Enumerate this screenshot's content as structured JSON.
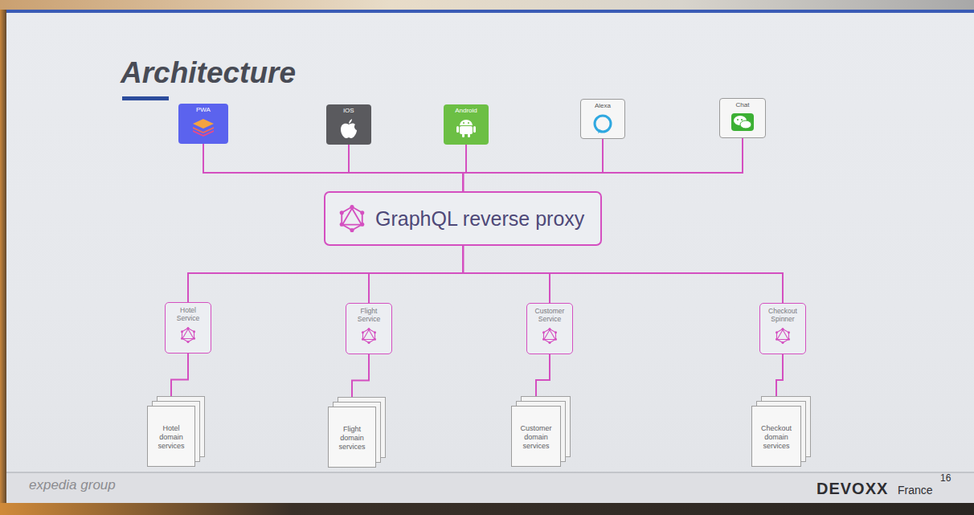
{
  "diagram": {
    "title": "Architecture",
    "nodes": [
      {
        "text": [
          "PWA"
        ]
      },
      {
        "text": [
          "iOS"
        ]
      },
      {
        "text": [
          "Android"
        ]
      },
      {
        "text": [
          "Alexa"
        ]
      },
      {
        "text": [
          "Chat"
        ]
      },
      {
        "text": [
          "GraphQL reverse proxy"
        ]
      },
      {
        "text": [
          "Hotel Service"
        ]
      },
      {
        "text": [
          "Flight Service"
        ]
      },
      {
        "text": [
          "Customer Service"
        ]
      },
      {
        "text": [
          "Checkout Spinner"
        ]
      },
      {
        "text": [
          "Hotel domain services"
        ]
      },
      {
        "text": [
          "Flight domain services"
        ]
      },
      {
        "text": [
          "Customer domain services"
        ]
      },
      {
        "text": [
          "Checkout domain services"
        ]
      }
    ],
    "edges": [
      {
        "from": 0,
        "to": 5,
        "arrow": "none"
      },
      {
        "from": 1,
        "to": 5,
        "arrow": "none"
      },
      {
        "from": 2,
        "to": 5,
        "arrow": "none"
      },
      {
        "from": 3,
        "to": 5,
        "arrow": "none"
      },
      {
        "from": 4,
        "to": 5,
        "arrow": "none"
      },
      {
        "from": 5,
        "to": 6,
        "arrow": "none"
      },
      {
        "from": 5,
        "to": 7,
        "arrow": "none"
      },
      {
        "from": 5,
        "to": 8,
        "arrow": "none"
      },
      {
        "from": 5,
        "to": 9,
        "arrow": "none"
      },
      {
        "from": 6,
        "to": 10,
        "arrow": "none"
      },
      {
        "from": 7,
        "to": 11,
        "arrow": "none"
      },
      {
        "from": 8,
        "to": 12,
        "arrow": "none"
      },
      {
        "from": 9,
        "to": 13,
        "arrow": "none"
      }
    ],
    "labels": [
      "expedia group",
      "DEVOXX",
      "France",
      "16"
    ]
  }
}
